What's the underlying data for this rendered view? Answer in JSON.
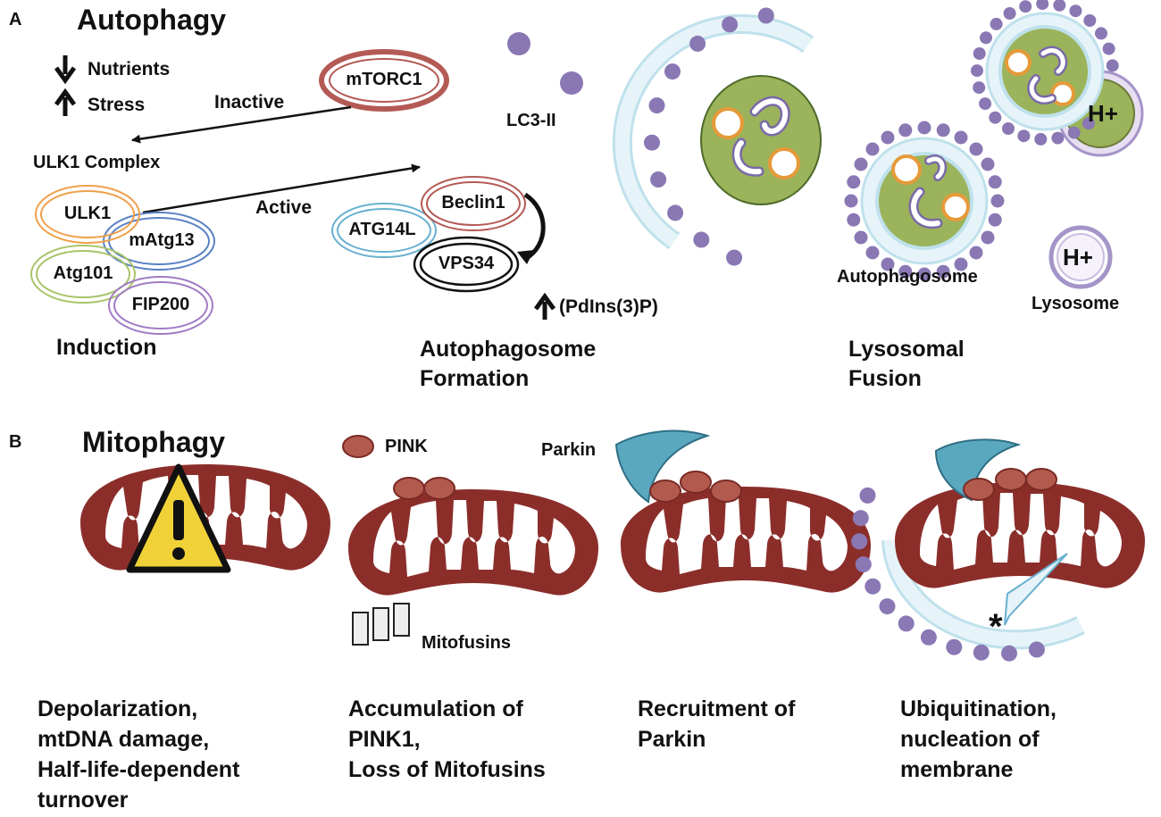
{
  "panelA": {
    "letter": "A",
    "title": "Autophagy",
    "nutrients": "Nutrients",
    "stress": "Stress",
    "mtorc1": "mTORC1",
    "inactive": "Inactive",
    "active": "Active",
    "ulk_complex": "ULK1 Complex",
    "ulk1": "ULK1",
    "matg13": "mAtg13",
    "atg101": "Atg101",
    "fip200": "FIP200",
    "beclin1": "Beclin1",
    "atg14l": "ATG14L",
    "vps34": "VPS34",
    "pdins": "(PdIns(3)P)",
    "lc3": "LC3-II",
    "h_plus_1": "H+",
    "h_plus_2": "H+",
    "autophagosome": "Autophagosome",
    "lysosome": "Lysosome",
    "induction": "Induction",
    "formation_1": "Autophagosome",
    "formation_2": "Formation",
    "fusion_1": "Lysosomal",
    "fusion_2": "Fusion"
  },
  "panelB": {
    "letter": "B",
    "title": "Mitophagy",
    "pink": "PINK",
    "parkin": "Parkin",
    "mitofusins": "Mitofusins",
    "asterisk": "*",
    "cap1_1": "Depolarization,",
    "cap1_2": "mtDNA damage,",
    "cap1_3": "Half-life-dependent",
    "cap1_4": "turnover",
    "cap2_1": "Accumulation of",
    "cap2_2": "PINK1,",
    "cap2_3": "Loss of Mitofusins",
    "cap3_1": "Recruitment of",
    "cap3_2": "Parkin",
    "cap4_1": "Ubiquitination,",
    "cap4_2": "nucleation of",
    "cap4_3": "membrane"
  },
  "colors": {
    "mitochondria": "#8b2e2a",
    "lc3_dot": "#8a78b4",
    "membrane": "#d8eef5",
    "cargo_green": "#9bb35a",
    "parkin": "#5aa8bf",
    "warning": "#f0d238"
  }
}
